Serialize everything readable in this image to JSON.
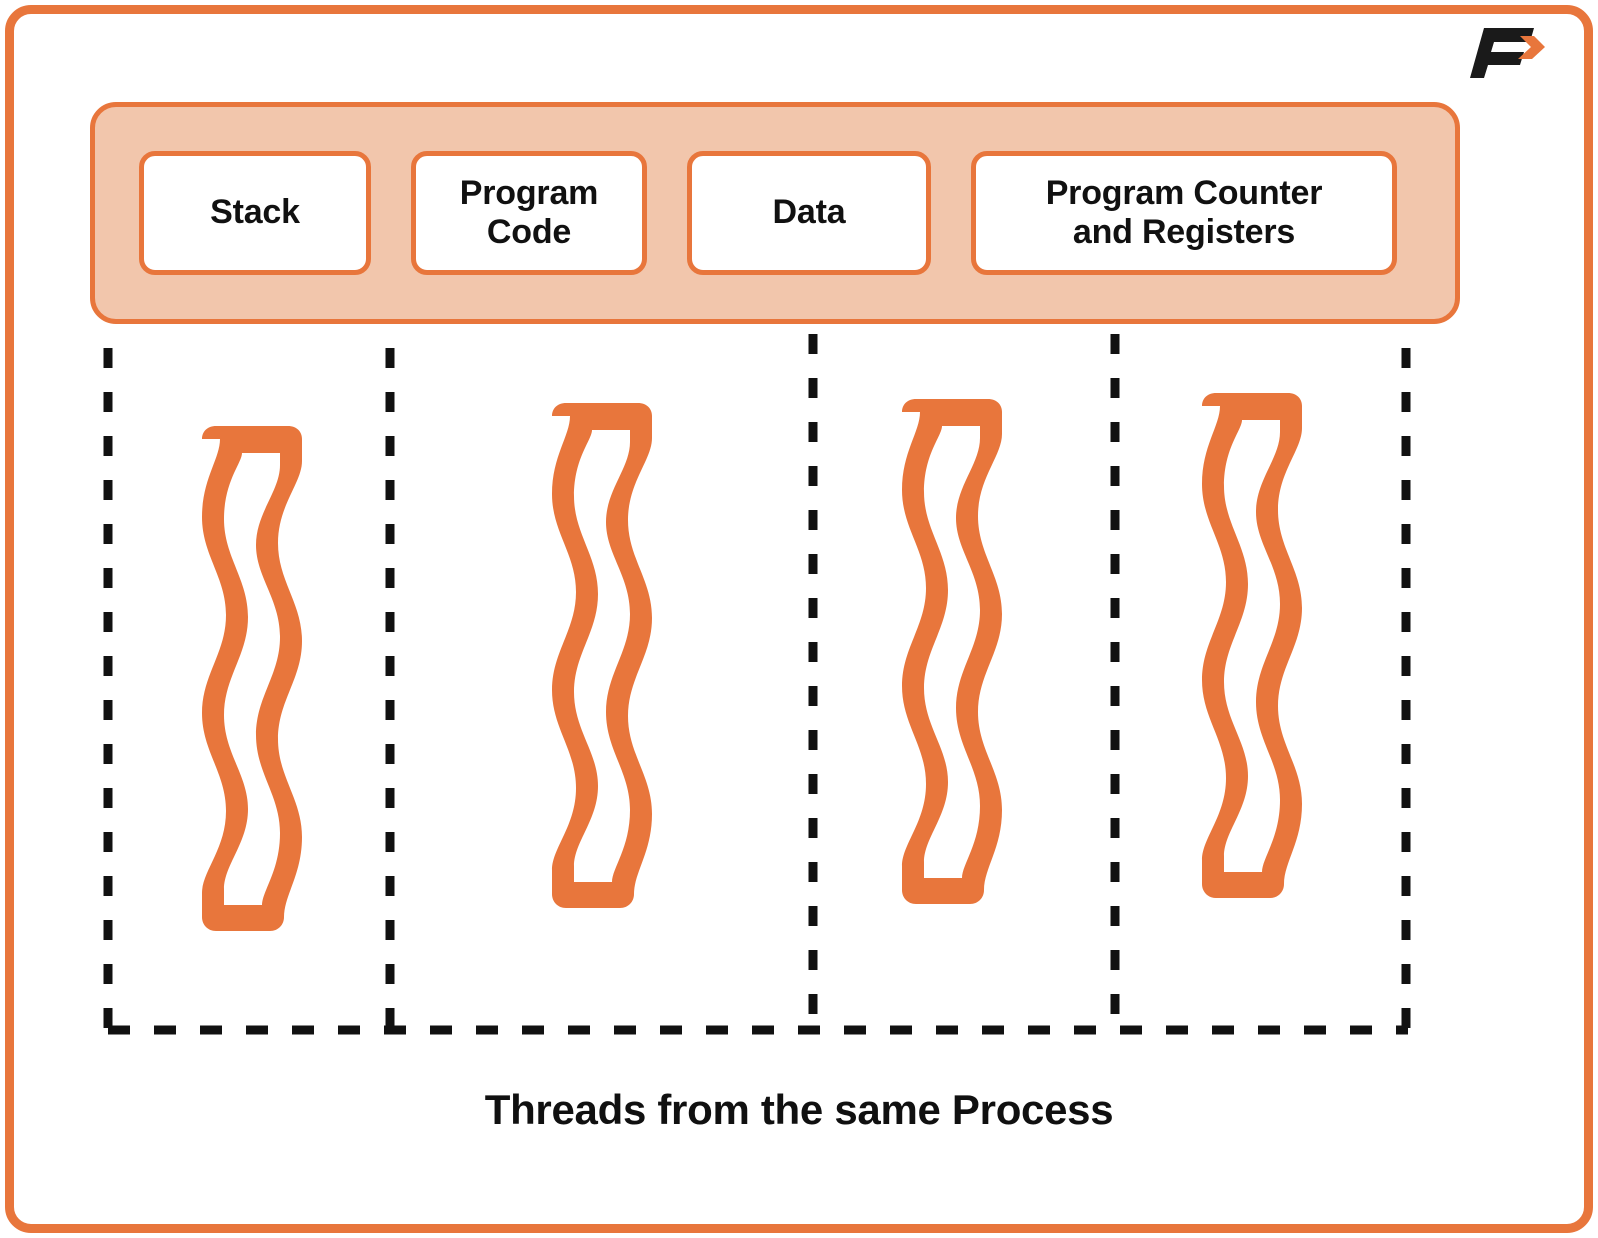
{
  "colors": {
    "accent_orange": "#E8763C",
    "banner_fill": "#F2C6AC",
    "box_fill": "#FFFFFF",
    "dashed_line": "#111111",
    "text": "#101010",
    "logo_dark": "#1A1A1A"
  },
  "logo": {
    "name": "f-arrow-logo",
    "letter": "F"
  },
  "banner": {
    "name": "shared-process-resources-banner",
    "boxes": [
      {
        "label": "Stack"
      },
      {
        "label": "Program\nCode"
      },
      {
        "label": "Data"
      },
      {
        "label": "Program Counter\nand Registers"
      }
    ]
  },
  "threads": {
    "count": 4,
    "divider_count": 5,
    "divider_x": [
      0,
      286,
      709,
      1011,
      1304
    ],
    "squiggle_x": [
      100,
      450,
      800,
      1100
    ],
    "items": [
      {
        "name": "thread-1"
      },
      {
        "name": "thread-2"
      },
      {
        "name": "thread-3"
      },
      {
        "name": "thread-4"
      }
    ]
  },
  "caption": {
    "text": "Threads from the same Process"
  }
}
